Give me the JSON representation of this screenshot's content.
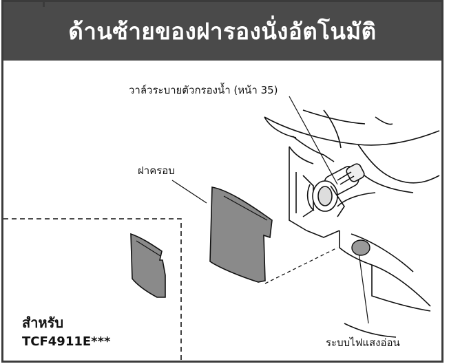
{
  "header": {
    "title": "ด้านซ้ายของฝารองนั่งอัตโนมัติ",
    "background_color": "#4a4a4a",
    "text_color": "#ffffff"
  },
  "callouts": {
    "drain_valve": "วาล์วระบายตัวกรองน้ำ (หน้า 35)",
    "cover": "ฝาครอบ",
    "night_light": "ระบบไฟแสงอ่อน"
  },
  "model_note": {
    "line1": "สำหรับ",
    "line2": "TCF4911E***"
  },
  "colors": {
    "frame": "#3b3b3b",
    "cover_fill": "#8a8a8a",
    "light_fill": "#9a9a9a"
  }
}
